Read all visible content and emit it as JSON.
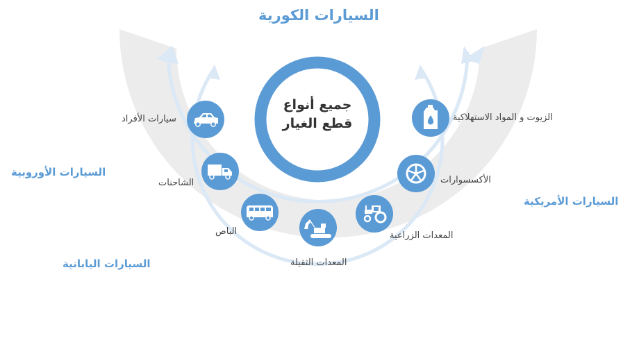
{
  "center": {
    "line1": "جميع أنواع",
    "line2": "قطع الغيار"
  },
  "markets": {
    "korean": "السيارات الكورية",
    "european": "السيارات الأوروبية",
    "american": "السيارات الأمريكية",
    "japanese": "السيارات اليابانية"
  },
  "categories": [
    {
      "label": "سيارات الأفراد",
      "icon": "car-icon"
    },
    {
      "label": "الشاحنات",
      "icon": "truck-icon"
    },
    {
      "label": "الباص",
      "icon": "bus-icon"
    },
    {
      "label": "المعدات الثقيلة",
      "icon": "excavator-icon"
    },
    {
      "label": "المعدات الزراعية",
      "icon": "tractor-icon"
    },
    {
      "label": "الأكسسوارات",
      "icon": "wheel-icon"
    },
    {
      "label": "الزيوت و المواد الاستهلاكية",
      "icon": "oil-can-icon"
    }
  ],
  "colors": {
    "accent": "#5b9bd5",
    "outer_band": "#ececec",
    "inner_arc": "#dbe8f5",
    "text": "#444444"
  }
}
